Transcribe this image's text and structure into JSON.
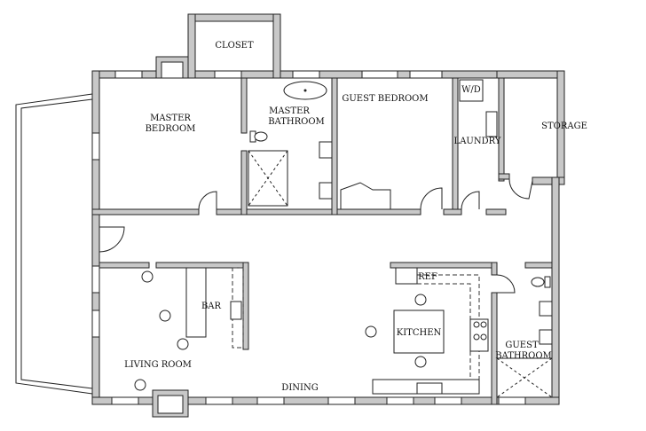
{
  "rooms": {
    "closet": "CLOSET",
    "master_bedroom": [
      "MASTER",
      "BEDROOM"
    ],
    "master_bathroom": [
      "MASTER",
      "BATHROOM"
    ],
    "guest_bedroom": "GUEST BEDROOM",
    "wd": "W/D",
    "laundry": "LAUNDRY",
    "storage": "STORAGE",
    "bar": "BAR",
    "ref": "REF",
    "kitchen": "KITCHEN",
    "living_room": "LIVING ROOM",
    "dining": "DINING",
    "guest_bathroom": [
      "GUEST",
      "BATHROOM"
    ]
  }
}
